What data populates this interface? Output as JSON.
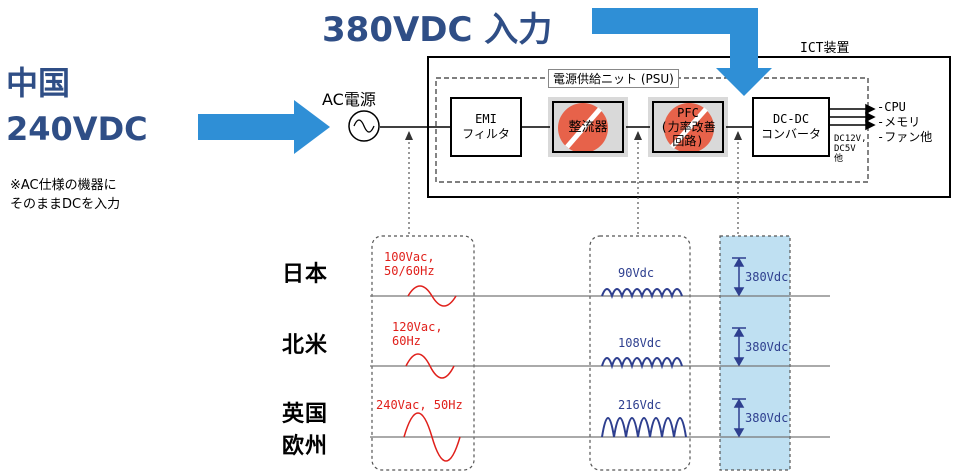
{
  "header_label": "380VDC 入力",
  "china": {
    "line1": "中国",
    "line2": "240VDC"
  },
  "note": {
    "line1": "※AC仕様の機器に",
    "line2": "そのままDCを入力"
  },
  "ac_label": "AC電源",
  "ict_label": "ICT装置",
  "psu_label": "電源供給ニット (PSU)",
  "boxes": {
    "emi": {
      "line1": "EMI",
      "line2": "フィルタ"
    },
    "rectifier": "整流器",
    "pfc": {
      "line1": "PFC",
      "line2": "(力率改善",
      "line3": "回路)"
    },
    "dcdc": {
      "line1": "DC-DC",
      "line2": "コンバータ"
    }
  },
  "outputs": [
    "-CPU",
    "-メモリ",
    "-ファン他"
  ],
  "dc_small": {
    "line1": "DC12V,",
    "line2": "DC5V",
    "line3": "他"
  },
  "regions": [
    {
      "line1": "日本",
      "line2": "",
      "ac": "100Vac,",
      "ac2": "50/60Hz",
      "dc": "90Vdc",
      "hv": "380Vdc"
    },
    {
      "line1": "北米",
      "line2": "",
      "ac": "120Vac,",
      "ac2": "60Hz",
      "dc": "108Vdc",
      "hv": "380Vdc"
    },
    {
      "line1": "英国",
      "line2": "欧州",
      "ac": "240Vac, 50Hz",
      "ac2": "",
      "dc": "216Vdc",
      "hv": "380Vdc"
    }
  ],
  "colors": {
    "blue_arrow": "#2f8fd6",
    "title_blue": "#2f4e86",
    "red": "#e0201b",
    "navy": "#2e3f8f",
    "light_blue": "#bfe0f2"
  }
}
